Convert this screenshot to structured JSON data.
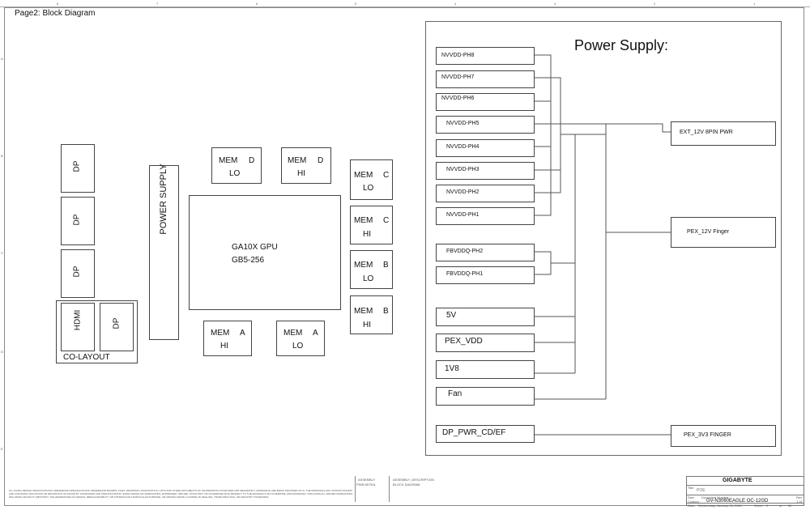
{
  "sheet": {
    "page_title": "Page2: Block Diagram",
    "power_supply_title": "Power Supply:"
  },
  "gpu_side": {
    "dp_connectors": [
      "DP",
      "DP",
      "DP"
    ],
    "colayout": {
      "hdmi": "HDMI",
      "dp": "DP",
      "label": "CO-LAYOUT"
    },
    "power_supply_bar": "POWER SUPPLY",
    "gpu": {
      "line1": "GA10X GPU",
      "line2": "GB5-256"
    },
    "memory": {
      "d_lo": {
        "name": "MEM",
        "ch": "D",
        "half": "LO"
      },
      "d_hi": {
        "name": "MEM",
        "ch": "D",
        "half": "HI"
      },
      "c_lo": {
        "name": "MEM",
        "ch": "C",
        "half": "LO"
      },
      "c_hi": {
        "name": "MEM",
        "ch": "C",
        "half": "HI"
      },
      "b_lo": {
        "name": "MEM",
        "ch": "B",
        "half": "LO"
      },
      "b_hi": {
        "name": "MEM",
        "ch": "B",
        "half": "HI"
      },
      "a_hi": {
        "name": "MEM",
        "ch": "A",
        "half": "HI"
      },
      "a_lo": {
        "name": "MEM",
        "ch": "A",
        "half": "LO"
      }
    }
  },
  "power": {
    "nvvdd_phases": [
      "NVVDD-PH8",
      "NVVDD-PH7",
      "NVVDD-PH6",
      "NVVDD-PH5",
      "NVVDD-PH4",
      "NVVDD-PH3",
      "NVVDD-PH2",
      "NVVDD-PH1"
    ],
    "fbvddq_phases": [
      "FBVDDQ-PH2",
      "FBVDDQ-PH1"
    ],
    "rails": [
      "5V",
      "PEX_VDD",
      "1V8",
      "Fan"
    ],
    "dp_pwr": "DP_PWR_CD/EF",
    "sources": {
      "ext": "EXT_12V 8PIN PWR",
      "pex12": "PEX_12V Finger",
      "pex3v3": "PEX_3V3 FINGER"
    }
  },
  "title_block": {
    "company": "GIGABYTE",
    "title_label": "Title",
    "title": "POE",
    "size_label": "Size",
    "size": "Custom",
    "docnum_label": "Document Number",
    "docnum": "GV-N3060EAGLE OC-12GD",
    "rev_label": "Rev",
    "rev": "1.01",
    "date_label": "Date:",
    "date": "Wednesday, January 13, 2021",
    "sheet_label": "Sheet",
    "sheet": "2",
    "of_label": "of",
    "of": "52"
  },
  "footer": {
    "assembly_label": "ASSEMBLY",
    "pwb_label": "PWB DETAIL",
    "assembly_desc": "ASSEMBLY_DESCRIPTION",
    "block_label": "BLOCK DIAGRAM",
    "disclaimer": "ALL NVIDIA DESIGN SPECIFICATIONS, REFERENCE SPECIFICATIONS, REFERENCE BOARDS, FILES, DRAWINGS, DIAGNOSTICS, LISTS AND OTHER DOCUMENTS OF INFORMATION (TOGETHER AND SEPARATELY, MATERIALS) ARE BEING PROVIDED AS IS. THE MATERIALS MAY CONTAIN KNOWN AND UNKNOWN VIOLATIONS OR DEVIATIONS OF INDUSTRY STANDARDS AND SPECIFICATIONS. NVIDIA MAKES NO WARRANTIES, EXPRESSED, IMPLIED, STATUTORY OR OTHERWISE WITH RESPECT TO THE MATERIALS OR OTHERWISE, AND EXPRESSLY DISCLAIMS ALL IMPLIED WARRANTIES INCLUDING WITHOUT LIMITATION, THE WARRANTIES OF DESIGN, MERCHANTABILITY OR FITNESS FOR A PARTICULAR PURPOSE, OR ARISING FROM A COURSE OF DEALING, TRADE PRACTICE, OR INDUSTRY STANDARDS."
  },
  "ruler": {
    "top": [
      "8",
      "7",
      "6",
      "5",
      "4",
      "3",
      "2",
      "1"
    ],
    "side": [
      "A",
      "B",
      "C",
      "D",
      "E"
    ]
  }
}
